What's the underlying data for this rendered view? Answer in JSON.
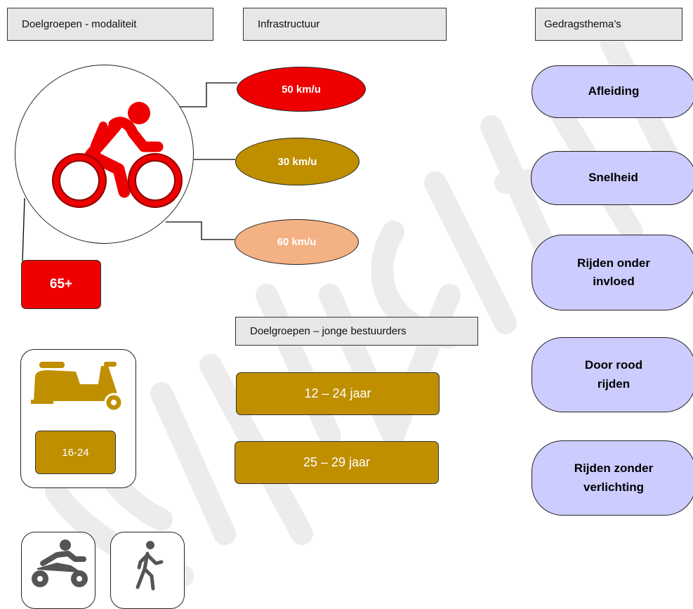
{
  "headers": {
    "doelgroepen_modaliteit": "Doelgroepen - modaliteit",
    "infrastructuur": "Infrastructuur",
    "gedragsthemas": "Gedragsthema’s",
    "jonge_bestuurders": "Doelgroepen – jonge bestuurders"
  },
  "speed_zones": [
    {
      "label": "50 km/u",
      "color": "#ee0000",
      "text_color": "#ffffff"
    },
    {
      "label": "30 km/u",
      "color": "#bf8f00",
      "text_color": "#ffffff"
    },
    {
      "label": "60 km/u",
      "color": "#f4b183",
      "text_color": "#ffffff"
    }
  ],
  "cyclist": {
    "icon": "cyclist-icon",
    "color": "#ee0000",
    "age_badge": "65+"
  },
  "moped": {
    "icon": "moped-icon",
    "color": "#bf8f00",
    "age_badge": "16-24"
  },
  "other_modalities": [
    {
      "icon": "motorcycle-icon"
    },
    {
      "icon": "pedestrian-icon"
    }
  ],
  "age_groups": [
    "12 – 24 jaar",
    "25 – 29 jaar"
  ],
  "themes": [
    {
      "line1": "Afleiding",
      "line2": ""
    },
    {
      "line1": "Snelheid",
      "line2": ""
    },
    {
      "line1": "Rijden onder",
      "line2": "invloed"
    },
    {
      "line1": "Door rood",
      "line2": "rijden"
    },
    {
      "line1": "Rijden zonder",
      "line2": "verlichting"
    }
  ],
  "watermark": "CONCEPT"
}
